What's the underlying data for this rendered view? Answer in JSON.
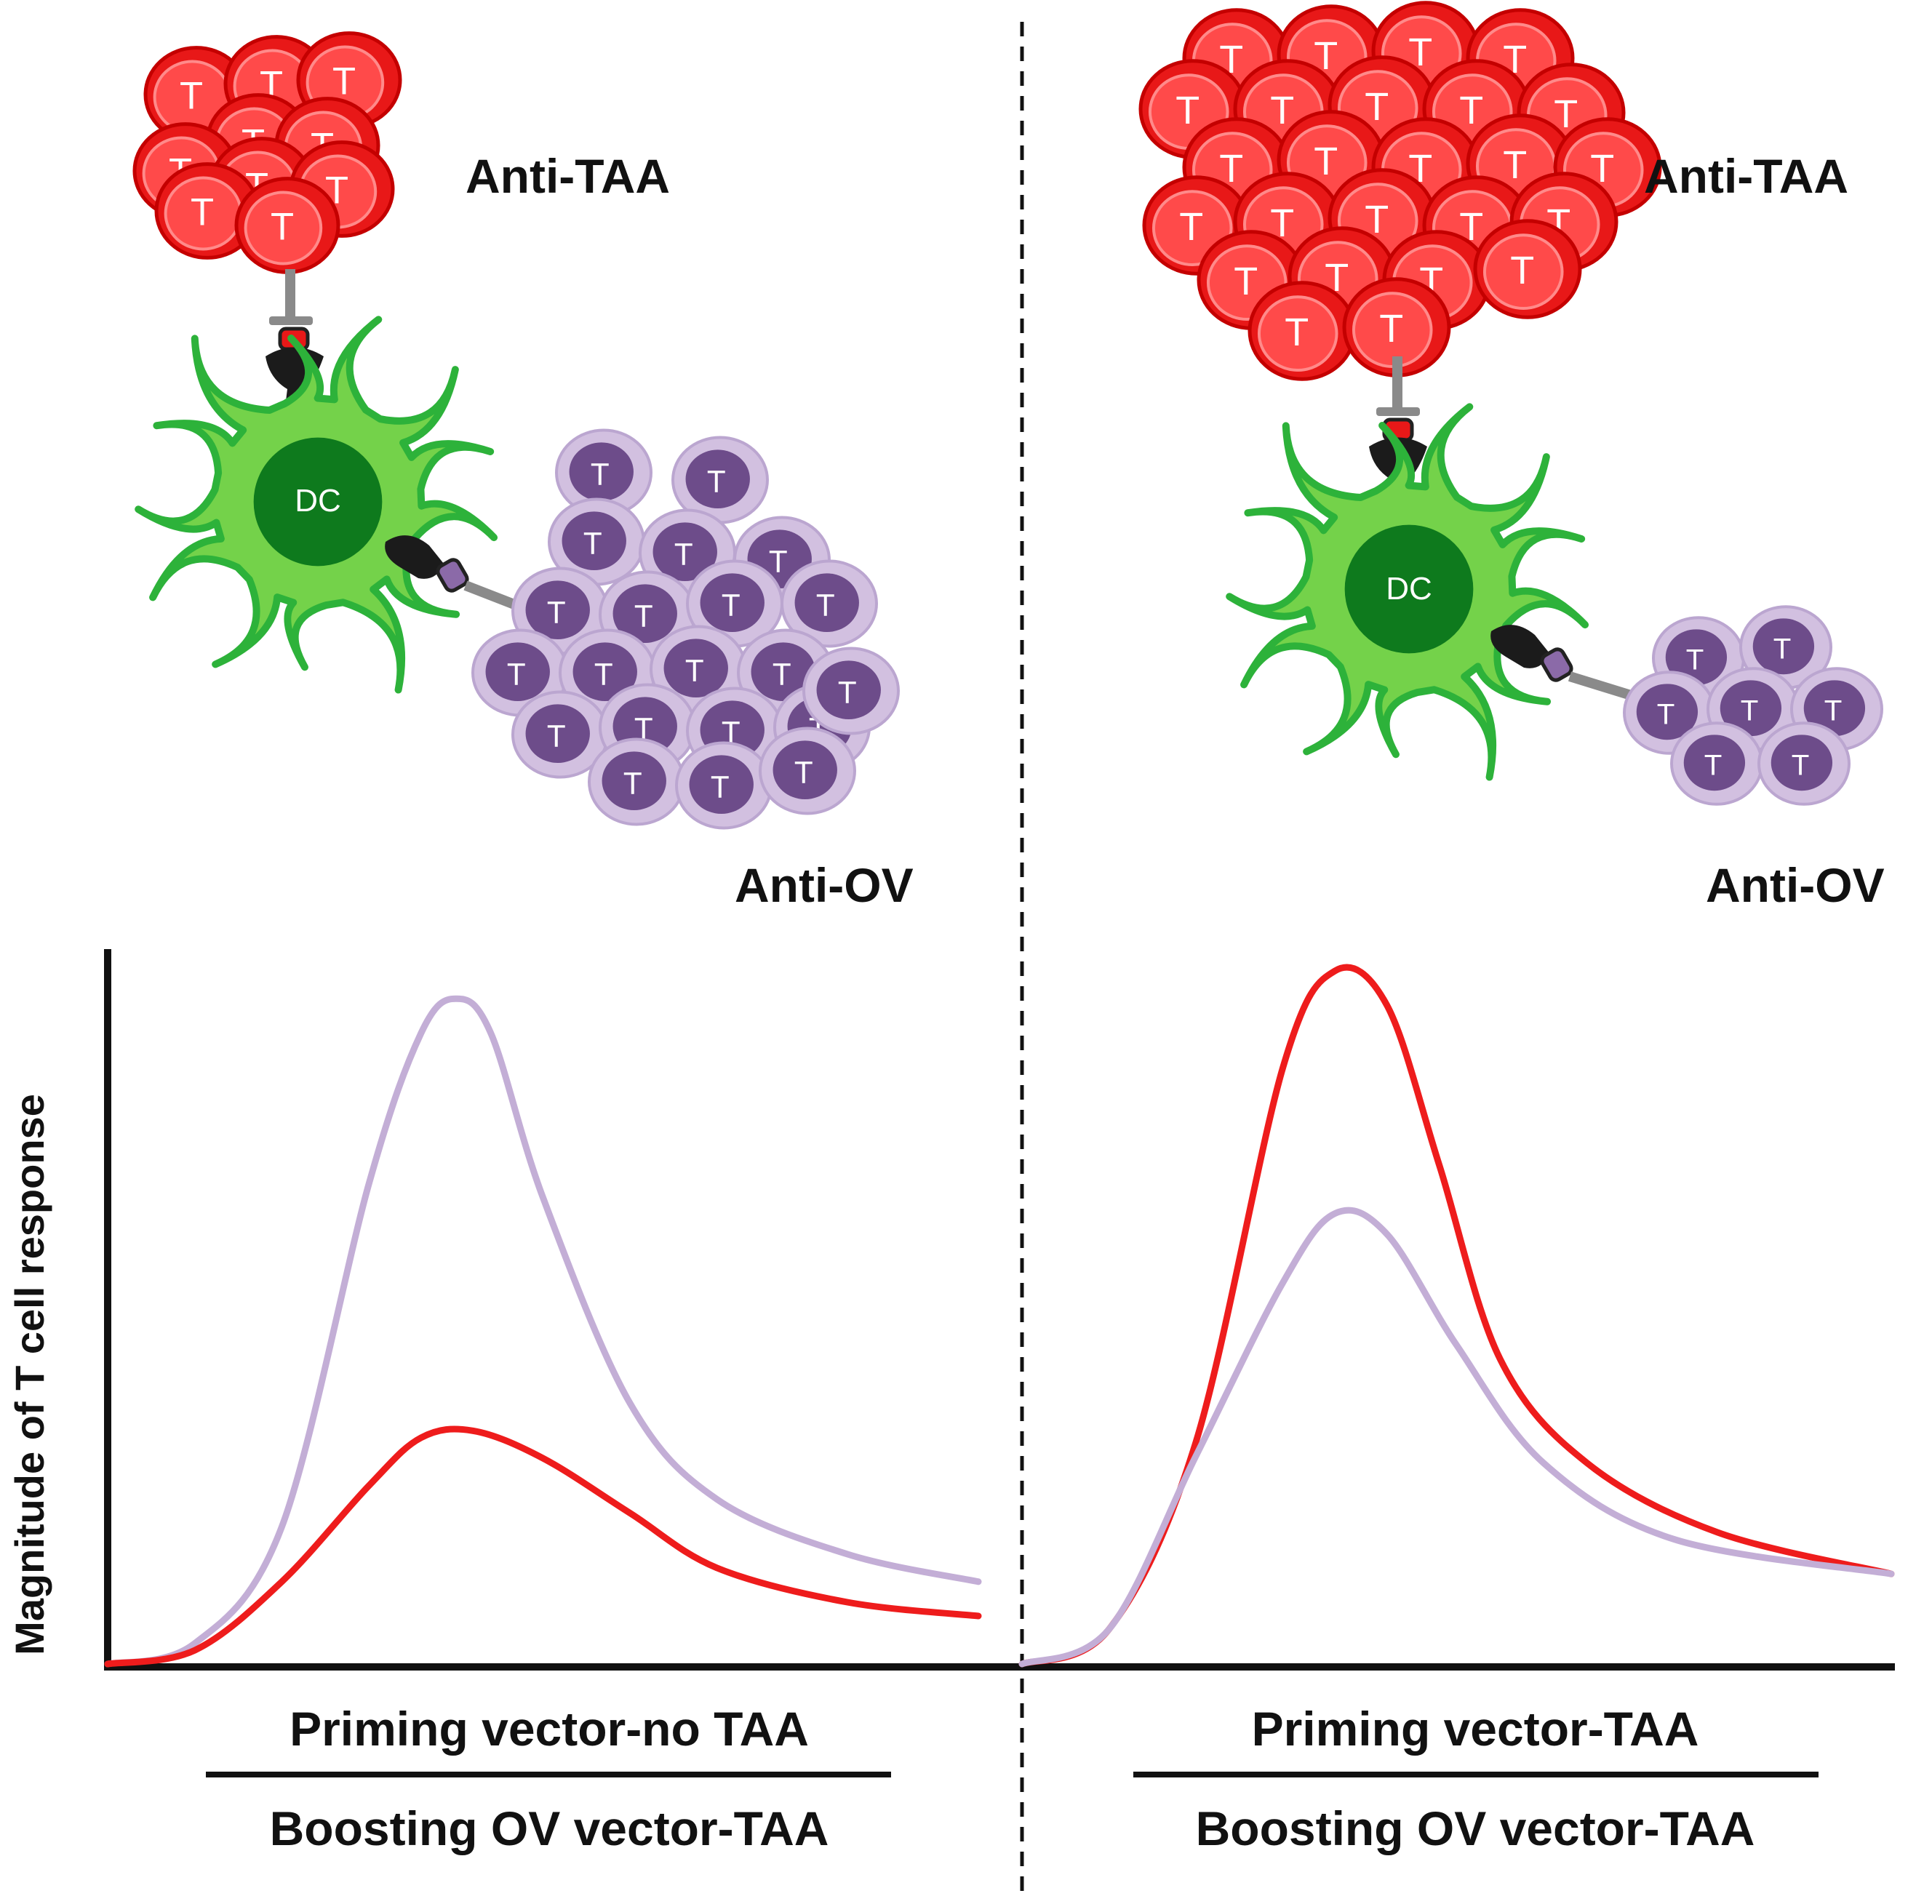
{
  "panels": [
    {
      "anti_taa_label": "Anti-TAA",
      "anti_ov_label": "Anti-OV",
      "dc_label": "DC",
      "tcell_letter": "T",
      "xlabel_top": "Priming vector-no TAA",
      "xlabel_bottom": "Boosting OV vector-TAA"
    },
    {
      "anti_taa_label": "Anti-TAA",
      "anti_ov_label": "Anti-OV",
      "dc_label": "DC",
      "tcell_letter": "T",
      "xlabel_top": "Priming vector-TAA",
      "xlabel_bottom": "Boosting OV vector-TAA"
    }
  ],
  "ylabel": "Magnitude of T cell response",
  "colors": {
    "anti_taa": "#ee1c1c",
    "anti_ov": "#c3aed6",
    "dc": "#74d24a",
    "dc_nucleus": "#0e7a1d",
    "tcell_red": "#e81818",
    "tcell_purple_body": "#d2c0e0",
    "tcell_purple_nucleus": "#6d4c8a"
  },
  "chart_data": [
    {
      "type": "line",
      "xlabel": "Priming vector-no TAA / Boosting OV vector-TAA",
      "ylabel": "Magnitude of T cell response",
      "series": [
        {
          "name": "Anti-OV",
          "color": "#c3aed6",
          "x": [
            0,
            0.1,
            0.2,
            0.3,
            0.36,
            0.4,
            0.44,
            0.5,
            0.6,
            0.7,
            0.85,
            1.0
          ],
          "y": [
            0,
            0.03,
            0.2,
            0.7,
            0.92,
            0.97,
            0.92,
            0.68,
            0.38,
            0.24,
            0.16,
            0.12
          ]
        },
        {
          "name": "Anti-TAA",
          "color": "#ee1c1c",
          "x": [
            0,
            0.1,
            0.2,
            0.3,
            0.36,
            0.42,
            0.5,
            0.6,
            0.7,
            0.85,
            1.0
          ],
          "y": [
            0,
            0.02,
            0.12,
            0.26,
            0.33,
            0.34,
            0.3,
            0.22,
            0.14,
            0.09,
            0.07
          ]
        }
      ]
    },
    {
      "type": "line",
      "xlabel": "Priming vector-TAA / Boosting OV vector-TAA",
      "ylabel": "Magnitude of T cell response",
      "series": [
        {
          "name": "Anti-TAA",
          "color": "#ee1c1c",
          "x": [
            0,
            0.1,
            0.2,
            0.3,
            0.36,
            0.42,
            0.48,
            0.55,
            0.65,
            0.8,
            1.0
          ],
          "y": [
            0,
            0.05,
            0.32,
            0.86,
            1.0,
            0.95,
            0.72,
            0.44,
            0.29,
            0.19,
            0.13
          ]
        },
        {
          "name": "Anti-OV",
          "color": "#c3aed6",
          "x": [
            0,
            0.1,
            0.2,
            0.3,
            0.36,
            0.42,
            0.5,
            0.6,
            0.75,
            1.0
          ],
          "y": [
            0,
            0.05,
            0.3,
            0.55,
            0.65,
            0.62,
            0.46,
            0.29,
            0.18,
            0.13
          ]
        }
      ]
    }
  ]
}
